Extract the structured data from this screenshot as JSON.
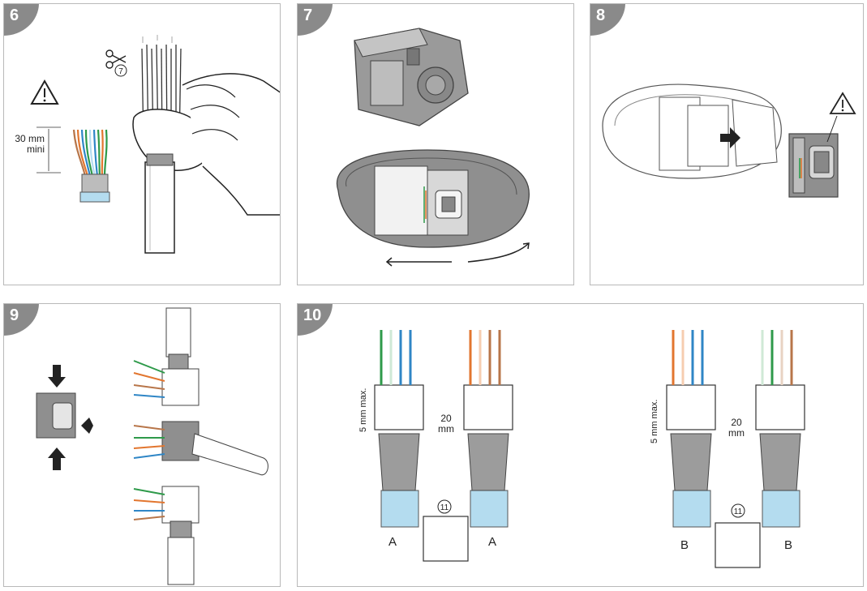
{
  "panels": {
    "p6": {
      "step": "6",
      "measure_line1": "30 mm",
      "measure_line2": "mini",
      "circled": "7"
    },
    "p7": {
      "step": "7"
    },
    "p8": {
      "step": "8"
    },
    "p9": {
      "step": "9"
    },
    "p10": {
      "step": "10",
      "dim_5mm": "5 mm max.",
      "dim_20mm_value": "20",
      "dim_20mm_unit": "mm",
      "circled": "11",
      "label_a": "A",
      "label_b": "B"
    }
  },
  "wire_colors": {
    "green": "#2e9a4a",
    "orange": "#e2762f",
    "blue": "#2f86c6",
    "brown": "#b8764a",
    "cable_blue": "#b4dcef",
    "grey": "#8f8f8f",
    "badge_grey": "#8a8a8a"
  },
  "icons": [
    "warning-icon",
    "scissors-icon",
    "arrow-icon"
  ]
}
